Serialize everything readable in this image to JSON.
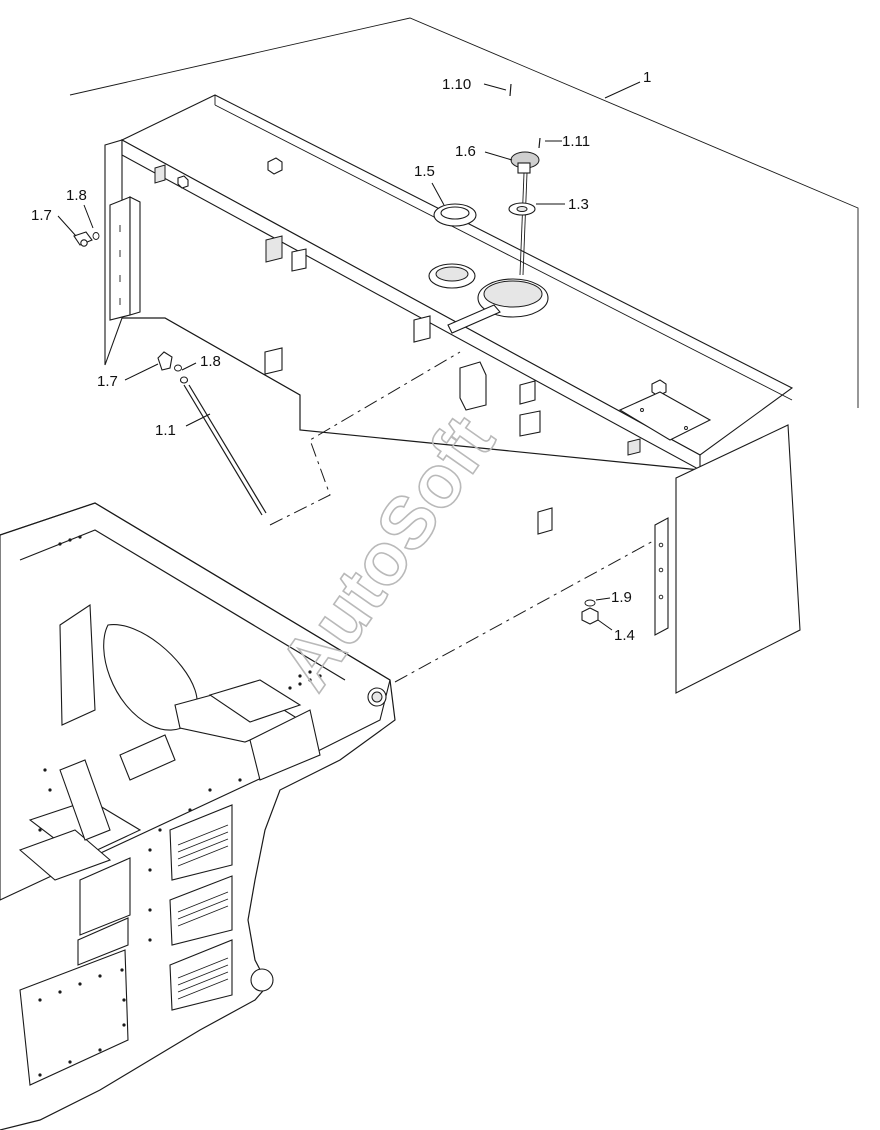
{
  "callouts": {
    "c1": "1",
    "c1_10": "1.10",
    "c1_11": "1.11",
    "c1_6": "1.6",
    "c1_5": "1.5",
    "c1_3": "1.3",
    "c1_8_top": "1.8",
    "c1_7_top": "1.7",
    "c1_7_mid": "1.7",
    "c1_8_mid": "1.8",
    "c1_1": "1.1",
    "c1_9": "1.9",
    "c1_4": "1.4"
  },
  "watermark": "AutoSoft"
}
